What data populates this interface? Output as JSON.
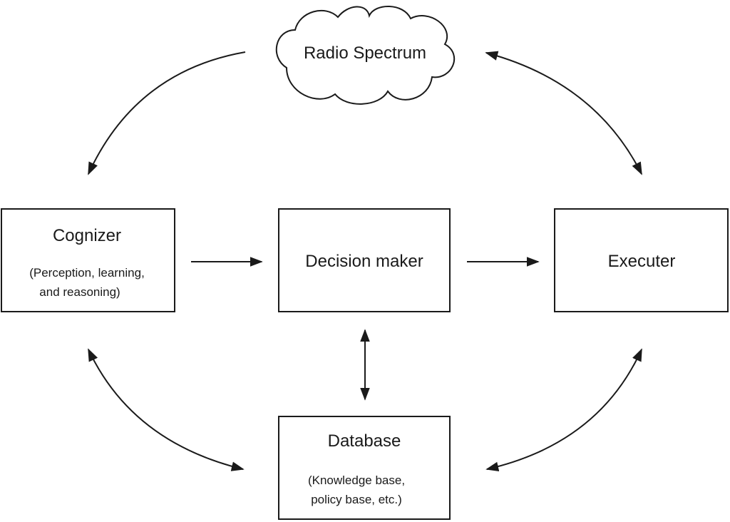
{
  "diagram": {
    "cloud": {
      "label": "Radio Spectrum"
    },
    "cognizer": {
      "title": "Cognizer",
      "subtitle_line1": "(Perception, learning,",
      "subtitle_line2": "and reasoning)"
    },
    "decision_maker": {
      "title": "Decision maker"
    },
    "executer": {
      "title": "Executer"
    },
    "database": {
      "title": "Database",
      "subtitle_line1": "(Knowledge base,",
      "subtitle_line2": "policy base, etc.)"
    },
    "connections": [
      {
        "from": "Radio Spectrum",
        "to": "Cognizer",
        "direction": "one-way"
      },
      {
        "from": "Radio Spectrum",
        "to": "Executer",
        "direction": "two-way"
      },
      {
        "from": "Cognizer",
        "to": "Decision maker",
        "direction": "one-way"
      },
      {
        "from": "Decision maker",
        "to": "Executer",
        "direction": "one-way"
      },
      {
        "from": "Decision maker",
        "to": "Database",
        "direction": "two-way"
      },
      {
        "from": "Cognizer",
        "to": "Database",
        "direction": "two-way"
      },
      {
        "from": "Executer",
        "to": "Database",
        "direction": "two-way"
      }
    ]
  }
}
